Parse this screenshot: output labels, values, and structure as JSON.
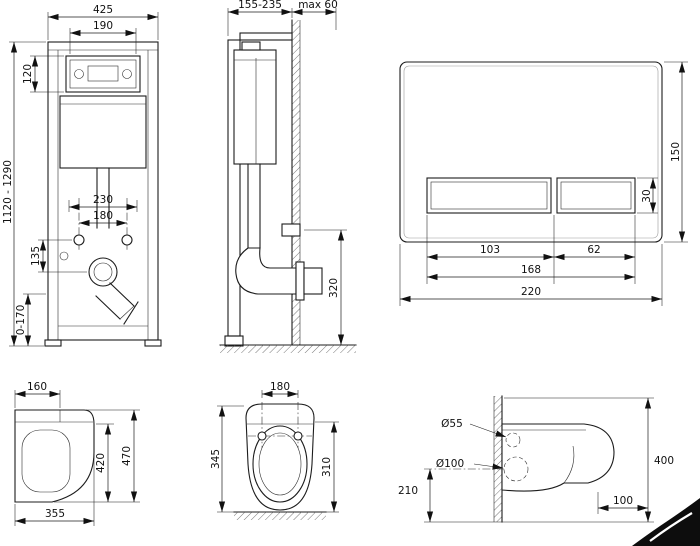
{
  "views": {
    "frame_front": {
      "total_width": "425",
      "panel_width": "190",
      "panel_height": "120",
      "frame_height": "1120 - 1290",
      "fixing_spacing_outer": "230",
      "fixing_spacing": "180",
      "outlet_offset": "135",
      "leg_adjust": "0-170"
    },
    "frame_side": {
      "depth_range": "155-235",
      "wall_clearance": "max 60",
      "outlet_height": "320"
    },
    "flush_plate": {
      "width": "220",
      "height": "150",
      "button_height": "30",
      "big_button_width": "103",
      "small_button_width": "62",
      "buttons_width": "168"
    },
    "bowl_side": {
      "top_width": "160",
      "seat_height": "420",
      "total_height": "470",
      "depth": "355"
    },
    "bowl_top": {
      "fixing_spacing": "180",
      "total_depth": "345",
      "bowl_depth": "310"
    },
    "bowl_mount": {
      "inlet_diameter": "Ø55",
      "outlet_diameter": "Ø100",
      "outlet_height": "210",
      "height": "400",
      "fixing_depth": "100"
    }
  }
}
